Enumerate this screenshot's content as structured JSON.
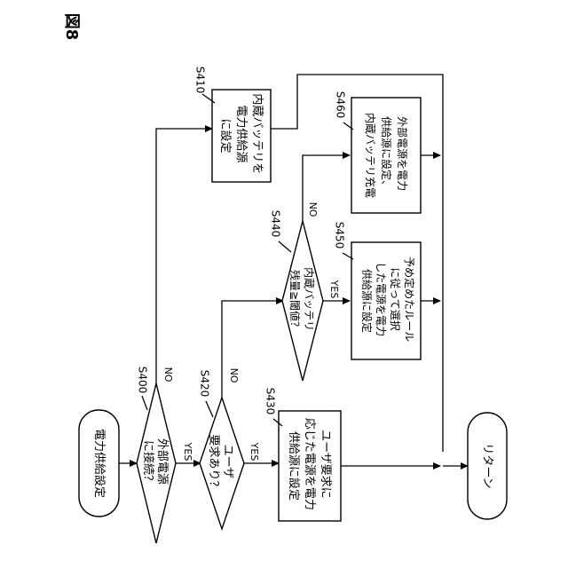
{
  "figure_label": "図8",
  "nodes": {
    "start": {
      "text": "電力供給設定"
    },
    "s400": {
      "step": "S400",
      "lines": [
        "外部電源",
        "に接続？"
      ]
    },
    "s410": {
      "step": "S410",
      "lines": [
        "内蔵バッテリを",
        "電力供給源",
        "に設定"
      ]
    },
    "s420": {
      "step": "S420",
      "lines": [
        "ユーザ",
        "要求あり？"
      ]
    },
    "s430": {
      "step": "S430",
      "lines": [
        "ユーザ要求に",
        "応じた電源を電力",
        "供給源に設定"
      ]
    },
    "s440": {
      "step": "S440",
      "lines": [
        "内蔵バッテリ",
        "残量≧閾値？"
      ]
    },
    "s450": {
      "step": "S450",
      "lines": [
        "予め定めたルール",
        "に従って選択",
        "した電源を電力",
        "供給源に設定"
      ]
    },
    "s460": {
      "step": "S460",
      "lines": [
        "外部電源を電力",
        "供給源に設定、",
        "内蔵バッテリ充電"
      ]
    },
    "end": {
      "text": "リターン"
    }
  },
  "branch_labels": {
    "yes": "YES",
    "no": "NO"
  }
}
